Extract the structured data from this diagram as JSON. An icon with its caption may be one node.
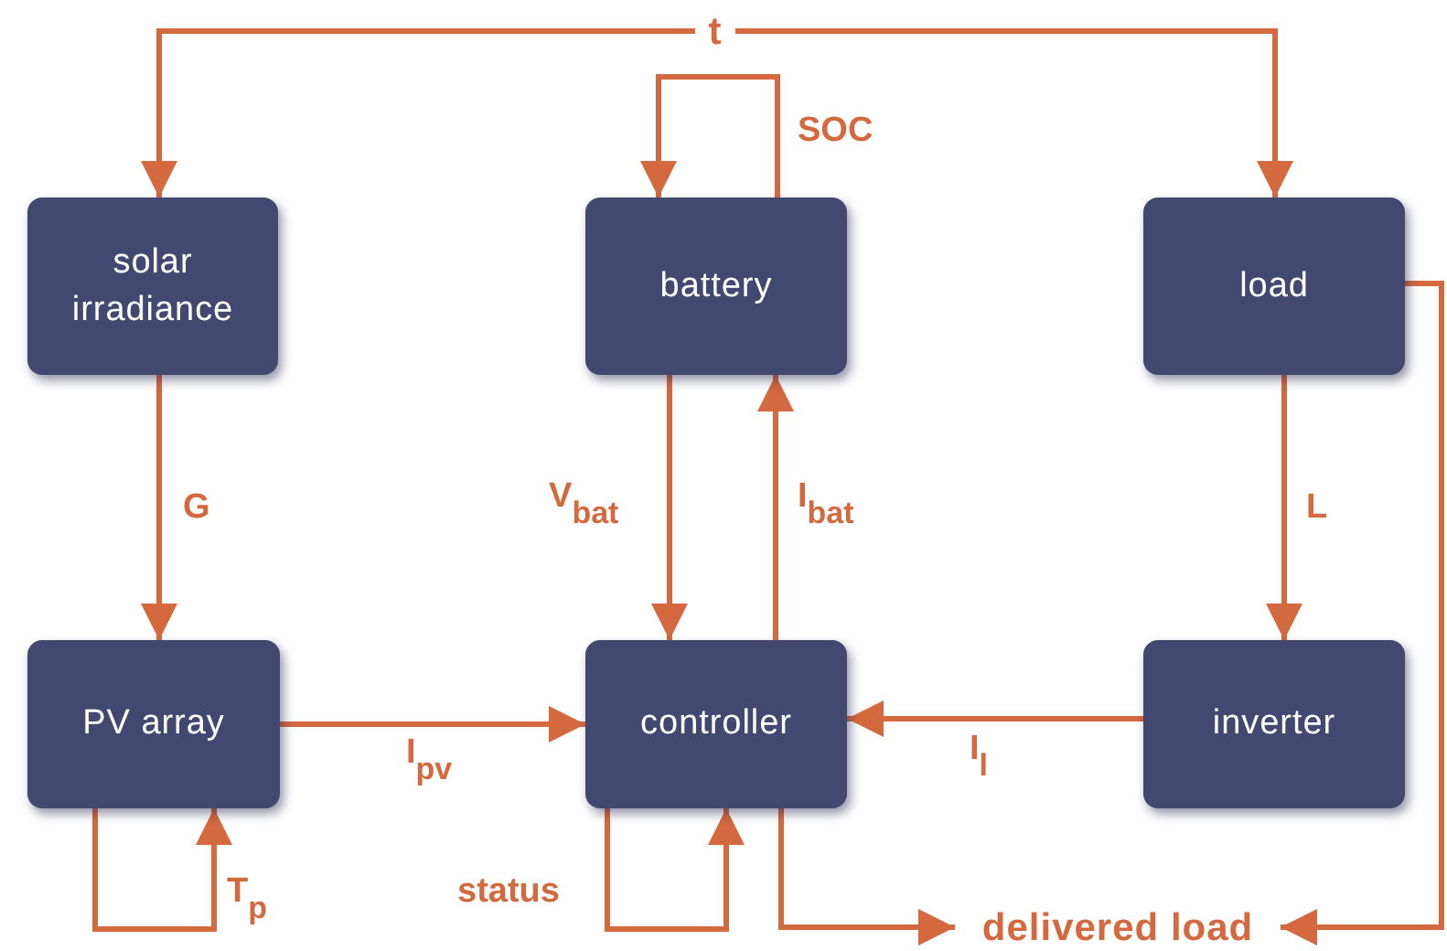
{
  "diagram": {
    "nodes": [
      {
        "text": [
          "solar irradiance"
        ]
      },
      {
        "text": [
          "battery"
        ]
      },
      {
        "text": [
          "load"
        ]
      },
      {
        "text": [
          "PV array"
        ]
      },
      {
        "text": [
          "controller"
        ]
      },
      {
        "text": [
          "inverter"
        ]
      },
      {
        "text": [
          "delivered load"
        ]
      },
      {
        "text": [
          "t"
        ]
      }
    ],
    "edges": [
      {
        "from": 7,
        "to": 0,
        "arrow": "to"
      },
      {
        "from": 7,
        "to": 2,
        "arrow": "to"
      },
      {
        "from": 1,
        "to": 1,
        "arrow": "to",
        "label": "SOC"
      },
      {
        "from": 0,
        "to": 3,
        "arrow": "to",
        "label": "G"
      },
      {
        "from": 1,
        "to": 4,
        "arrow": "to",
        "label": "V$_{bat}$"
      },
      {
        "from": 4,
        "to": 1,
        "arrow": "to",
        "label": "I$_{bat}$"
      },
      {
        "from": 2,
        "to": 5,
        "arrow": "to",
        "label": "L"
      },
      {
        "from": 3,
        "to": 4,
        "arrow": "to",
        "label": "I$_{pv}$"
      },
      {
        "from": 5,
        "to": 4,
        "arrow": "to",
        "label": "I$_{l}$"
      },
      {
        "from": 3,
        "to": 3,
        "arrow": "to",
        "label": "T$_{p}$"
      },
      {
        "from": 4,
        "to": 4,
        "arrow": "to",
        "label": "status"
      },
      {
        "from": 4,
        "to": 6,
        "arrow": "to"
      },
      {
        "from": 2,
        "to": 6,
        "arrow": "to"
      }
    ]
  }
}
